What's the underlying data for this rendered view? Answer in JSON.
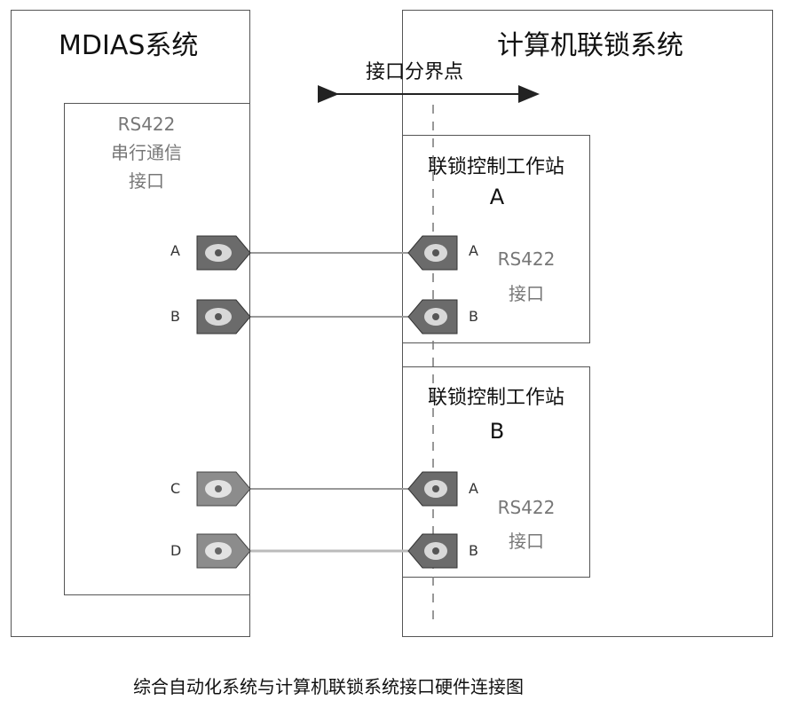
{
  "mdias": {
    "title": "MDIAS系统",
    "inner": {
      "line1": "RS422",
      "line2": "串行通信",
      "line3": "接口"
    },
    "ports": [
      "A",
      "B",
      "C",
      "D"
    ]
  },
  "interlock": {
    "title": "计算机联锁系统",
    "boundary_label": "接口分界点",
    "station_a": {
      "name": "联锁控制工作站",
      "letter": "A",
      "iface1": "RS422",
      "iface2": "接口",
      "ports": [
        "A",
        "B"
      ]
    },
    "station_b": {
      "name": "联锁控制工作站",
      "letter": "B",
      "iface1": "RS422",
      "iface2": "接口",
      "ports": [
        "A",
        "B"
      ]
    }
  },
  "caption": "综合自动化系统与计算机联锁系统接口硬件连接图",
  "colors": {
    "box": "#555555",
    "connector_dark": "#6b6b6b",
    "connector_light": "#8c8c8c",
    "line": "#999999"
  }
}
